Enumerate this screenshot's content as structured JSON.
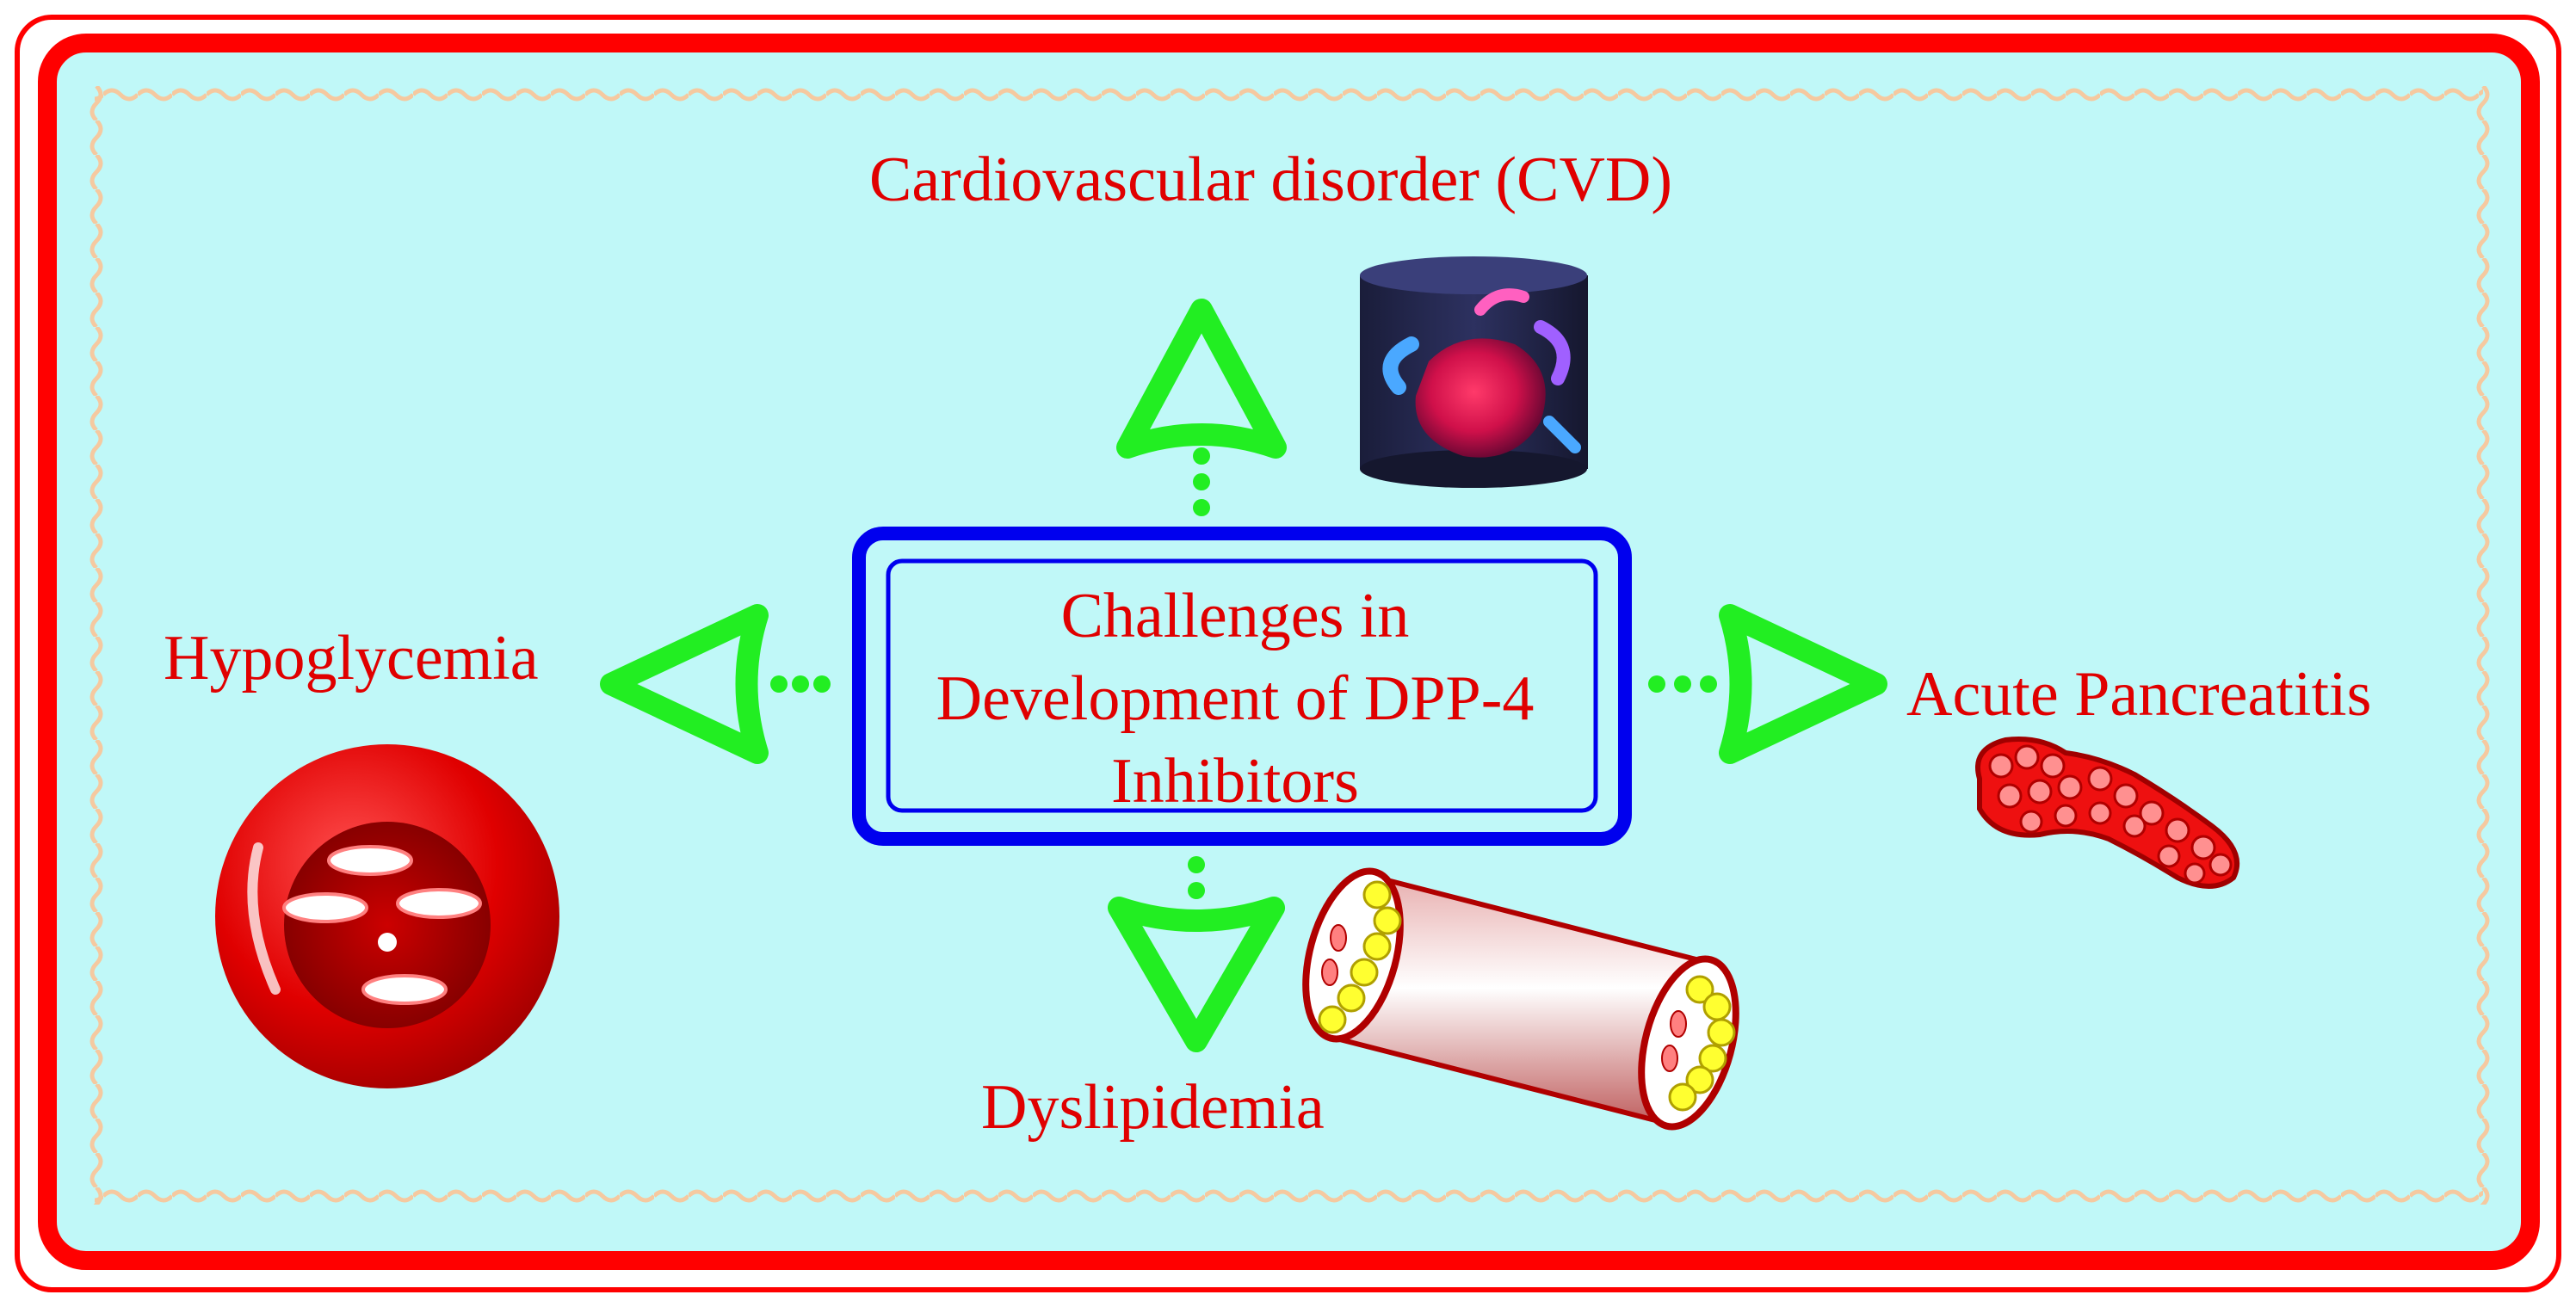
{
  "diagram": {
    "center": {
      "line1": "Challenges in",
      "line2": "Development of DPP-4",
      "line3": "Inhibitors"
    },
    "challenges": {
      "cvd": "Cardiovascular disorder (CVD)",
      "hypoglycemia": "Hypoglycemia",
      "pancreatitis": "Acute Pancreatitis",
      "dyslipidemia": "Dyslipidemia"
    },
    "icons": {
      "cvd": "heart-icon",
      "hypoglycemia": "red-blood-cell-icon",
      "pancreatitis": "pancreas-icon",
      "dyslipidemia": "blood-vessel-icon"
    },
    "colors": {
      "text": "#e00000",
      "frame": "#ff0000",
      "background": "#c0f8f8",
      "arrow": "#22ee22",
      "center_box": "#0000ee",
      "wave_border": "#f5c9a0"
    }
  }
}
